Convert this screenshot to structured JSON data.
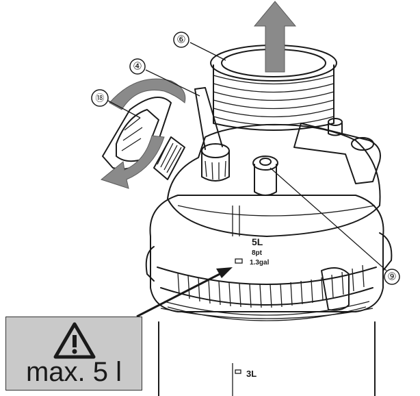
{
  "callouts": {
    "part_6": "⑥",
    "part_4": "④",
    "part_18": "⑱",
    "part_9": "⑨"
  },
  "fill_marks": {
    "top_volume": "5L",
    "top_pints": "8pt",
    "top_gallons": "1.3gal",
    "lower_volume": "3L"
  },
  "warning": {
    "text": "max. 5 l",
    "icon": "warning-triangle-icon",
    "background": "#c9c9c9"
  },
  "arrows": {
    "up_arrow_color": "#8a8a8a",
    "rotate_arrow_color": "#8a8a8a"
  }
}
